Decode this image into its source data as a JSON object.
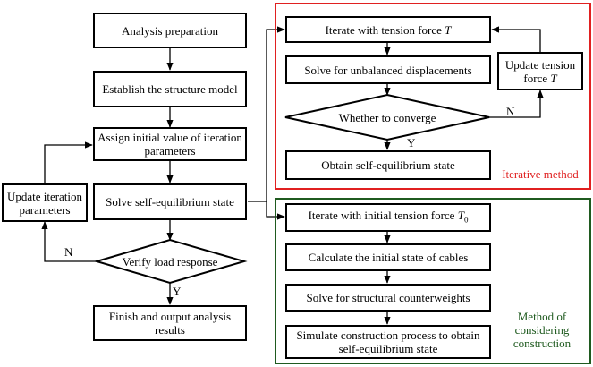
{
  "colors": {
    "iterative": "#e02020",
    "construction": "#1f5a1f",
    "line": "#000000"
  },
  "main_flow": {
    "analysis_preparation": "Analysis preparation",
    "establish_model": "Establish the structure model",
    "assign_initial": "Assign initial value of iteration parameters",
    "solve_self_eq": "Solve self-equilibrium state",
    "verify_load": "Verify load response",
    "finish_output": "Finish and output analysis results",
    "update_iteration": "Update iteration parameters",
    "label_n": "N",
    "label_y": "Y"
  },
  "iterative": {
    "caption": "Iterative method",
    "iterate_prefix": "Iterate with tension force ",
    "iterate_var": "T",
    "solve_unbalanced": "Solve for unbalanced displacements",
    "converge": "Whether to converge",
    "obtain_self_eq": "Obtain self-equilibrium state",
    "update_tension_prefix": "Update tension force ",
    "update_tension_var": "T",
    "label_n": "N",
    "label_y": "Y"
  },
  "construction": {
    "caption_line1": "Method of",
    "caption_line2": "considering",
    "caption_line3": "construction",
    "iterate_prefix": "Iterate with initial tension force ",
    "iterate_var": "T",
    "iterate_sub": "0",
    "calc_initial": "Calculate the initial state of cables",
    "solve_counterweights": "Solve for structural counterweights",
    "simulate": "Simulate construction process to obtain self-equilibrium state"
  }
}
